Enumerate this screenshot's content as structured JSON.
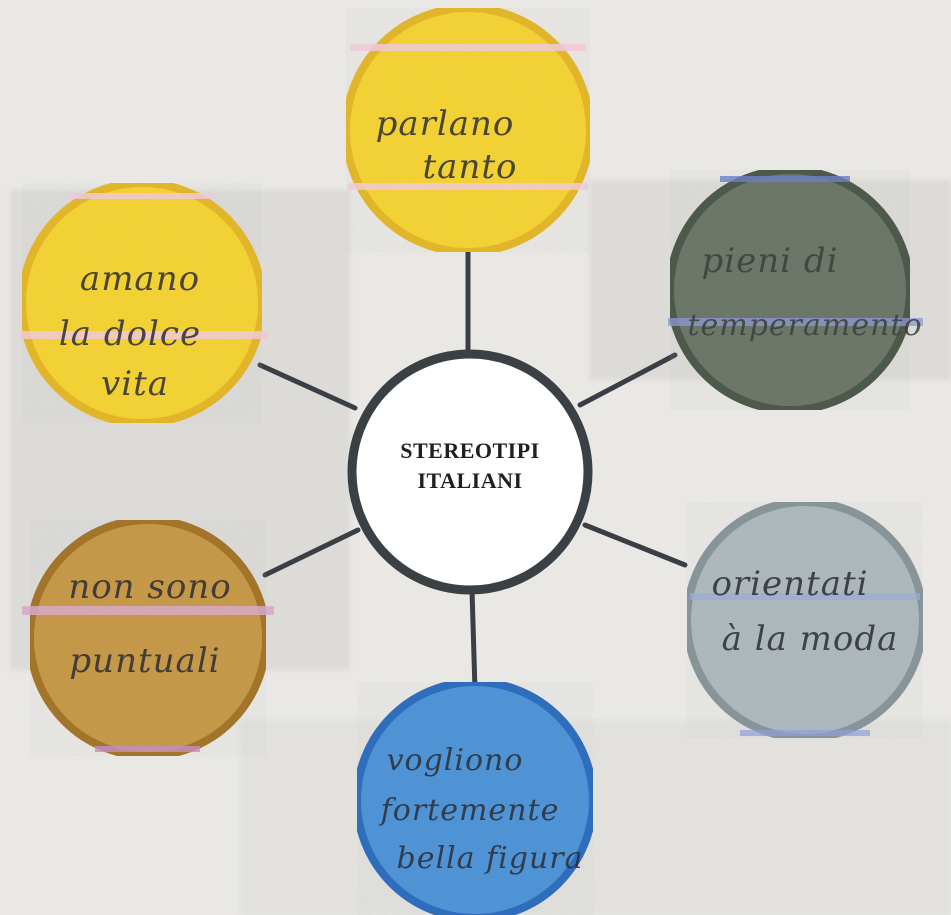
{
  "diagram": {
    "center_label_lines": [
      "STEREOTIPI",
      "ITALIANI"
    ],
    "nodes": [
      {
        "id": "top",
        "lines": [
          "parlano",
          "tanto"
        ],
        "color": "#f5d233",
        "ring": "#e3b82b"
      },
      {
        "id": "top-right",
        "lines": [
          "pieni di",
          "temperamento"
        ],
        "color": "#6f7a6c",
        "ring": "#4d5a4c"
      },
      {
        "id": "bottom-right",
        "lines": [
          "orientati",
          "à la moda"
        ],
        "color": "#aeb9bd",
        "ring": "#869398"
      },
      {
        "id": "bottom",
        "lines": [
          "vogliono",
          "fortemente",
          "bella figura"
        ],
        "color": "#4f93d8",
        "ring": "#3172c2"
      },
      {
        "id": "bottom-left",
        "lines": [
          "non sono",
          "puntuali"
        ],
        "color": "#c99a4a",
        "ring": "#a7772b"
      },
      {
        "id": "top-left",
        "lines": [
          "amano",
          "la dolce",
          "vita"
        ],
        "color": "#f5d233",
        "ring": "#e3b82b"
      }
    ]
  }
}
